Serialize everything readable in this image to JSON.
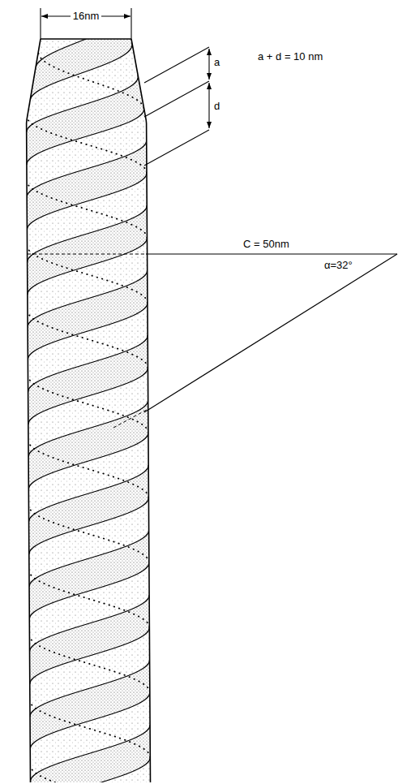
{
  "diagram": {
    "labels": [
      "16nm",
      "a",
      "d",
      "a + d = 10 nm",
      "C = 50nm",
      "α=32°"
    ]
  }
}
